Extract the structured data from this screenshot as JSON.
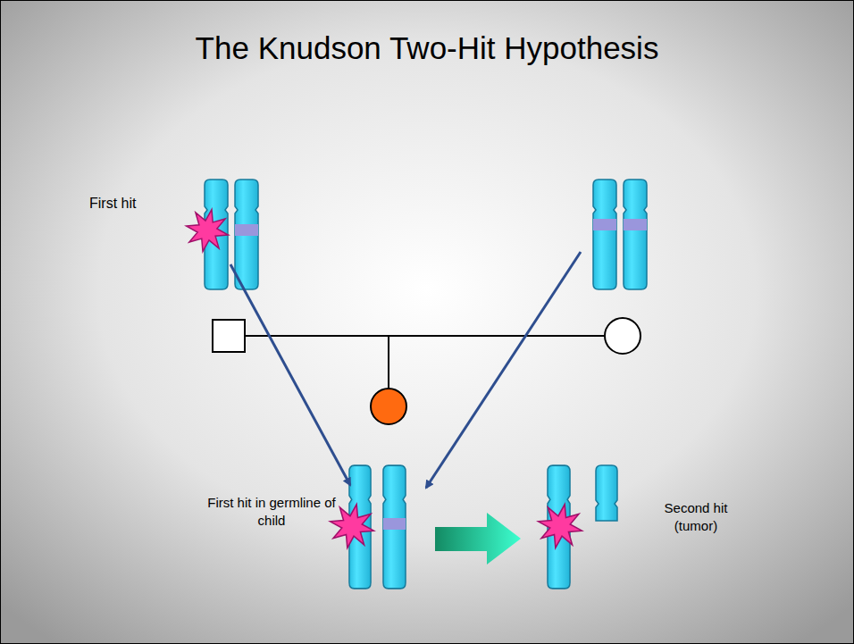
{
  "diagram": {
    "title": "The Knudson Two-Hit Hypothesis",
    "labels": [
      "First hit",
      "First hit in germline of child",
      "Second hit (tumor)"
    ]
  }
}
